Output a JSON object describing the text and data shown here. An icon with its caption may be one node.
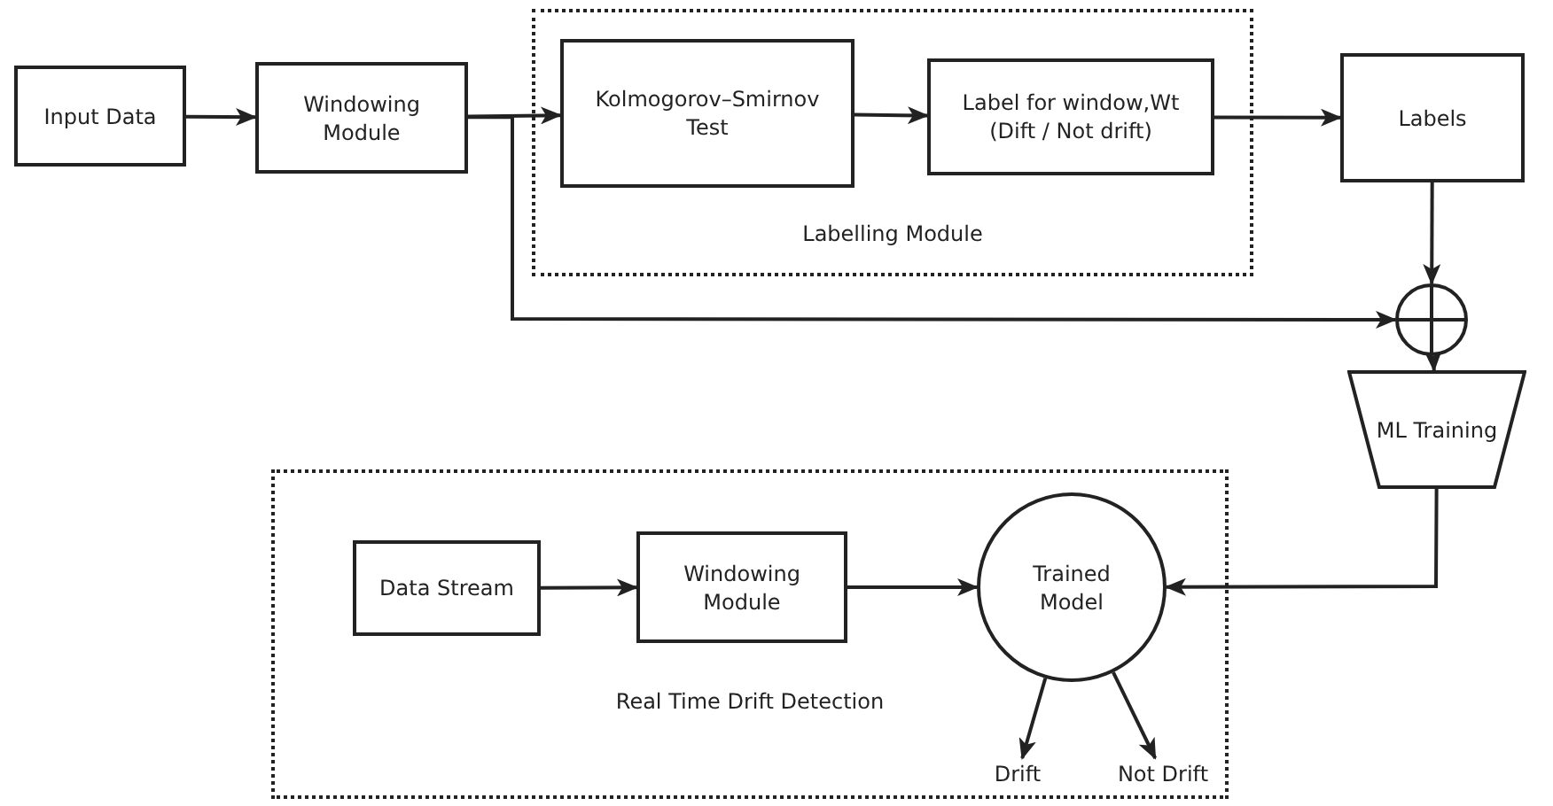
{
  "diagram": {
    "nodes": [
      {
        "text": [
          "Input Data"
        ]
      },
      {
        "text": [
          "Windowing Module"
        ]
      },
      {
        "text": [
          "Labelling Module"
        ]
      },
      {
        "text": [
          "Kolmogorov–Smirnov Test"
        ],
        "in": 2
      },
      {
        "text": [
          "Label for window,Wt (Dift / Not drift)"
        ],
        "in": 2
      },
      {
        "text": [
          "Labels"
        ]
      },
      {
        "text": [],
        "shape": "circle"
      },
      {
        "text": [
          "ML Training"
        ]
      },
      {
        "text": [
          "Real Time Drift Detection"
        ]
      },
      {
        "text": [
          "Data Stream"
        ],
        "in": 8
      },
      {
        "text": [
          "Windowing Module"
        ],
        "in": 8
      },
      {
        "text": [
          "Trained Model"
        ],
        "in": 8
      },
      {
        "text": [
          "Drift"
        ],
        "in": 8
      },
      {
        "text": [
          "Not Drift"
        ],
        "in": 8
      }
    ],
    "edges": [
      {
        "from": 0,
        "to": 1,
        "arrow": "to"
      },
      {
        "from": 1,
        "to": 3,
        "arrow": "to"
      },
      {
        "from": 3,
        "to": 4,
        "arrow": "to"
      },
      {
        "from": 4,
        "to": 5,
        "arrow": "to"
      },
      {
        "from": 5,
        "to": 6,
        "arrow": "to"
      },
      {
        "from": 1,
        "to": 6,
        "arrow": "to"
      },
      {
        "from": 6,
        "to": 7,
        "arrow": "to"
      },
      {
        "from": 7,
        "to": 11,
        "arrow": "to"
      },
      {
        "from": 9,
        "to": 10,
        "arrow": "to"
      },
      {
        "from": 10,
        "to": 11,
        "arrow": "to"
      },
      {
        "from": 11,
        "to": 12,
        "arrow": "to"
      },
      {
        "from": 11,
        "to": 13,
        "arrow": "to"
      }
    ]
  }
}
